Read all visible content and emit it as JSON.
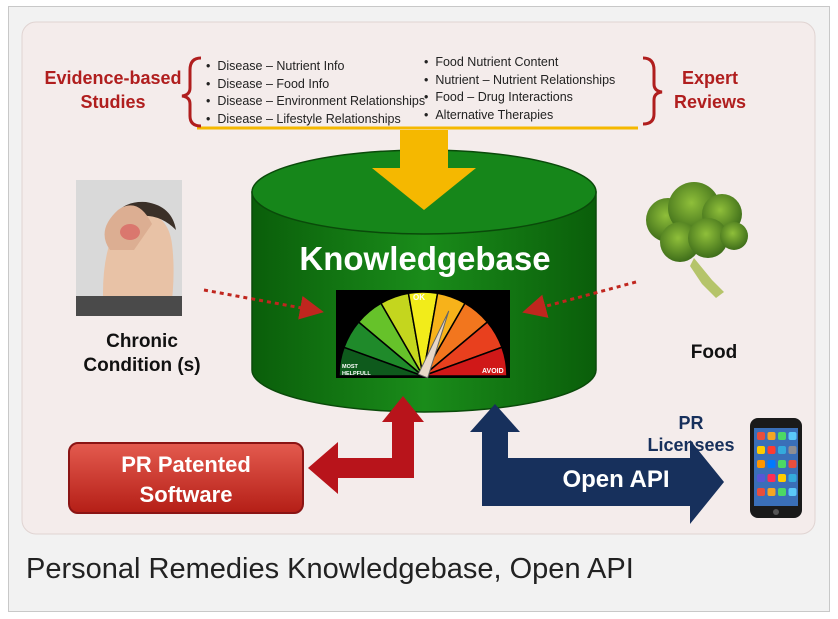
{
  "left_label": {
    "line1": "Evidence-based",
    "line2": "Studies"
  },
  "right_label": {
    "line1": "Expert",
    "line2": "Reviews"
  },
  "sources_left": [
    "Disease – Nutrient Info",
    "Disease – Food Info",
    "Disease – Environment Relationships",
    "Disease – Lifestyle Relationships"
  ],
  "sources_right": [
    "Food Nutrient Content",
    "Nutrient – Nutrient Relationships",
    "Food – Drug Interactions",
    "Alternative Therapies"
  ],
  "knowledgebase": {
    "title": "Knowledgebase",
    "gauge": {
      "ok": "OK",
      "most": "MOST",
      "helpful": "HELPFULL",
      "avoid": "AVOID",
      "needle_fraction": 0.62
    }
  },
  "chronic": {
    "line1": "Chronic",
    "line2": "Condition (s)"
  },
  "food": "Food",
  "pr_software": {
    "line1": "PR Patented",
    "line2": "Software"
  },
  "open_api": "Open  API",
  "licensees": {
    "line1": "PR",
    "line2": "Licensees"
  },
  "caption": "Personal Remedies Knowledgebase, Open API",
  "colors": {
    "slide_bg": "#f4eceb",
    "cylinder": "#0f7a0f",
    "gold": "#f5b800",
    "red_text": "#b01e1e",
    "api_arrow": "#17305c",
    "pr_arrow": "#b8141b"
  }
}
